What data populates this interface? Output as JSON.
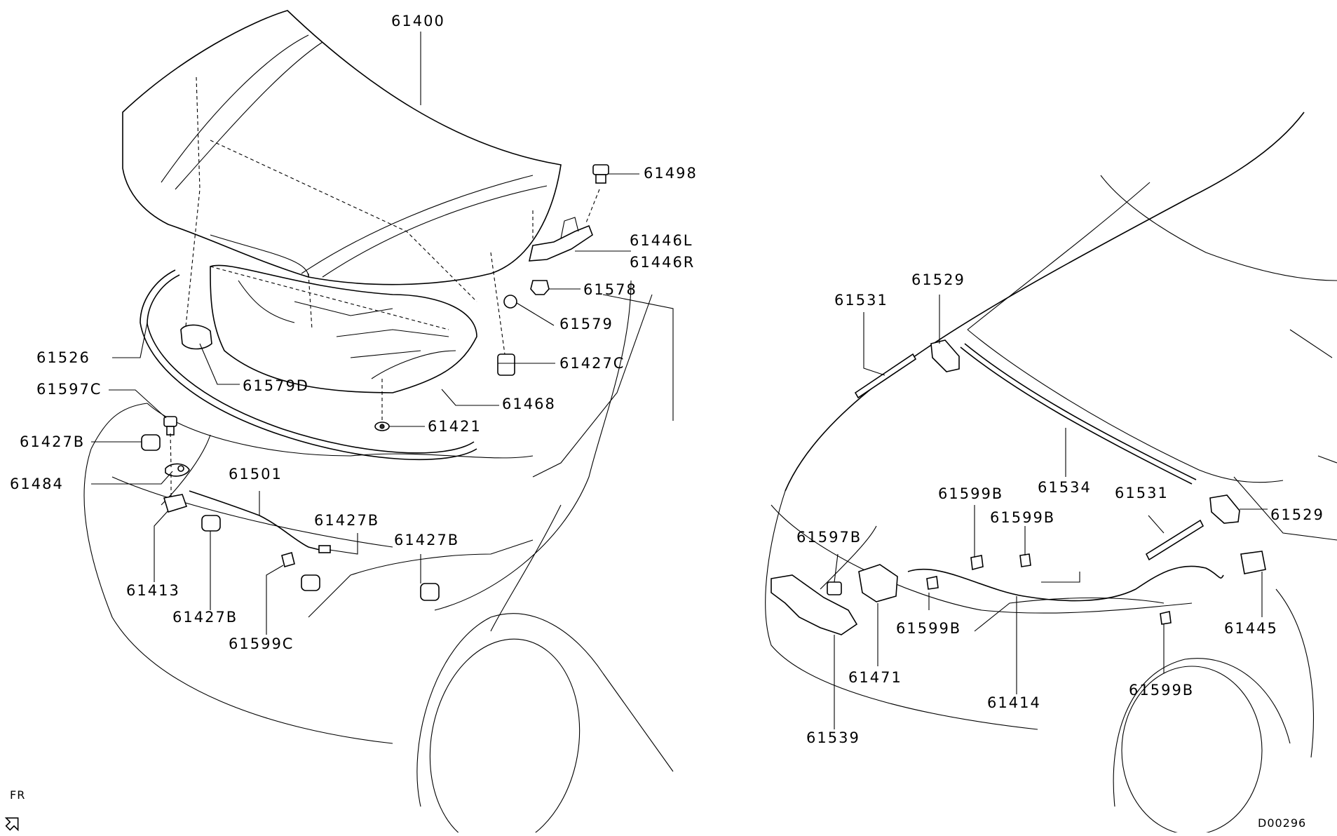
{
  "diagram": {
    "code": "D00296",
    "direction_label": "FR",
    "left_labels": [
      "61400",
      "61498",
      "61446L",
      "61446R",
      "61578",
      "61579",
      "61427C",
      "61526",
      "61579D",
      "61468",
      "61597C",
      "61421",
      "61427B",
      "61484",
      "61501",
      "61427B",
      "61427B",
      "61413",
      "61427B",
      "61599C"
    ],
    "right_labels": [
      "61529",
      "61531",
      "61534",
      "61531",
      "61529",
      "61599B",
      "61599B",
      "61597B",
      "61599B",
      "61445",
      "61471",
      "61414",
      "61599B",
      "61539"
    ]
  }
}
